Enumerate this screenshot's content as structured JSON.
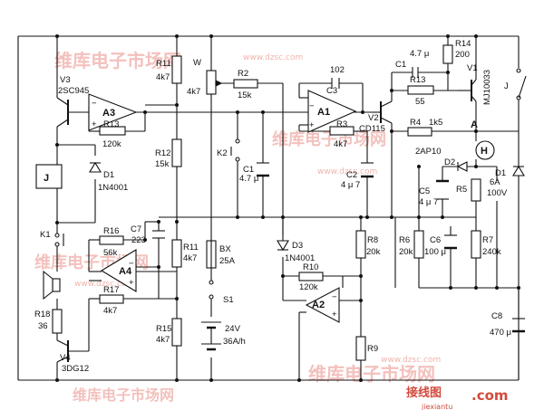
{
  "watermark": {
    "text": "维库电子市场网",
    "url": "www.dzsc.com",
    "corner_text": "接线图",
    "corner_suffix": ".com",
    "corner_url": "jiexiantu"
  },
  "labels": {
    "V3": "V3",
    "V3_type": "2SC945",
    "R11a": "R11",
    "R11a_val": "4k7",
    "W": "W",
    "W_val": "4k7",
    "R2": "R2",
    "R2_val": "15k",
    "C102": "102",
    "C3": "C3",
    "C1a": "C1",
    "C1a_val": "4.7 μ",
    "R14": "R14",
    "R14_val": "200",
    "V1": "V1",
    "V1_type": "MJ10033",
    "J_sw": "J",
    "A3": "A3",
    "A1": "A1",
    "A2": "A2",
    "A4": "A4",
    "R13a": "R13",
    "R13a_val": "120k",
    "R3": "R3",
    "R3_val": "4k7",
    "V2": "V2",
    "V2_type": "CD115",
    "R13b": "R13",
    "R13b_val": "55",
    "R4": "R4",
    "R4_val": "1k5",
    "A_node": "A",
    "R12": "R12",
    "R12_val": "15k",
    "K2": "K2",
    "C1b": "C1",
    "C1b_val": "4.7 μ",
    "C2": "C2",
    "C2_val": "4 μ 7",
    "D2_type": "2AP10",
    "D2": "D2",
    "H": "H",
    "D1b": "D1",
    "R5": "R5",
    "R5_val": "6A",
    "R5_v": "100V",
    "J_relay": "J",
    "D1a": "D1",
    "D1a_type": "1N4001",
    "C5": "C5",
    "C5_val": "4 μ 7",
    "K1": "K1",
    "R16": "R16",
    "R16_val": "56k",
    "C7": "C7",
    "C7_val": "223",
    "R11b": "R11",
    "R11b_val": "4k7",
    "BX": "BX",
    "BX_val": "25A",
    "D3": "D3",
    "D3_type": "1N4001",
    "R8": "R8",
    "R8_val": "20k",
    "R6": "R6",
    "R6_val": "20k",
    "C6": "C6",
    "C6_val": "100 μ",
    "R7": "R7",
    "R7_val": "240k",
    "R17": "R17",
    "R17_val": "4k7",
    "R10": "R10",
    "R10_val": "120k",
    "S1": "S1",
    "R18": "R18",
    "R18_val": "36",
    "R15": "R15",
    "R15_val": "4k7",
    "Batt_v": "24V",
    "Batt_cap": "36A/h",
    "V4": "V4",
    "V4_type": "3DG12",
    "R9": "R9",
    "C8": "C8",
    "C8_val": "470 μ"
  }
}
